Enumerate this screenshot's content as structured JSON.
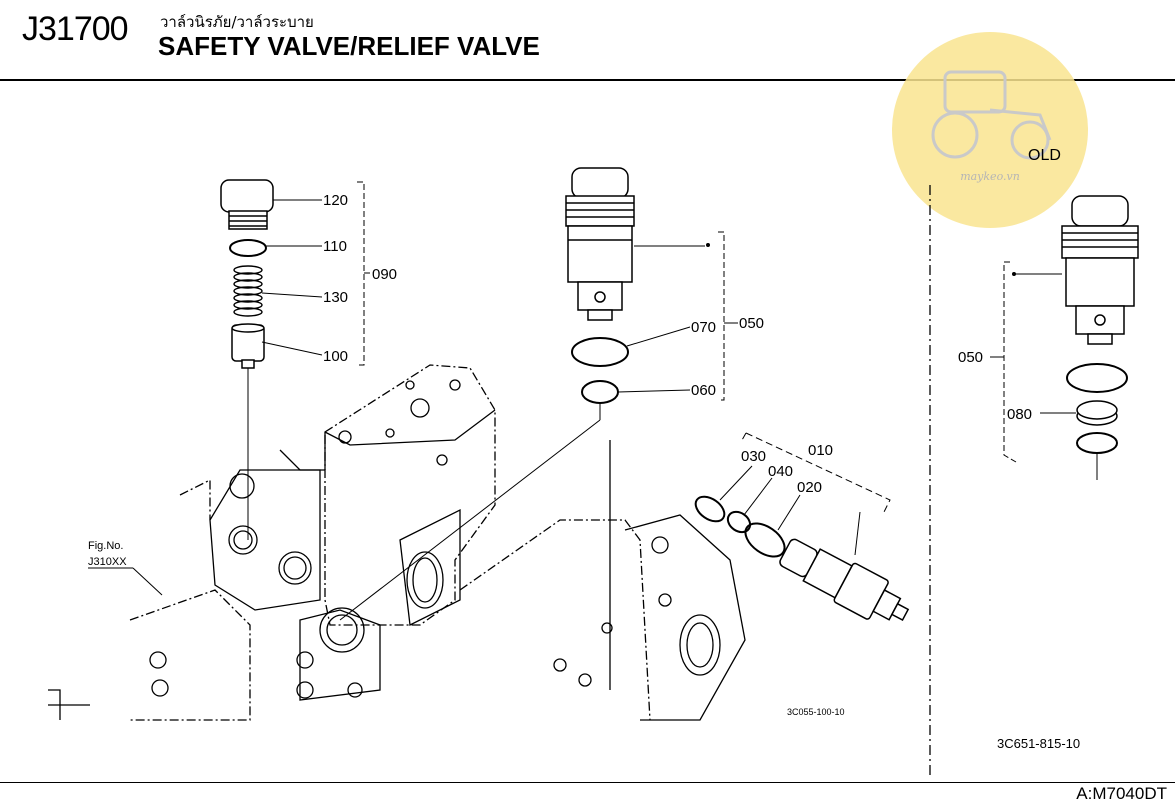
{
  "header": {
    "code": "J31700",
    "thai_title": "วาล์วนิรภัย/วาล์วระบาย",
    "title": "SAFETY VALVE/RELIEF VALVE"
  },
  "callouts": {
    "p120": "120",
    "p110": "110",
    "p130": "130",
    "p100": "100",
    "p090": "090",
    "p070": "070",
    "p060": "060",
    "p050": "050",
    "p030": "030",
    "p040": "040",
    "p010": "010",
    "p020": "020",
    "old050": "050",
    "old080": "080"
  },
  "old_label": "OLD",
  "fig_ref": {
    "line1": "Fig.No.",
    "line2": "J310XX"
  },
  "image_codes": {
    "main": "3C055-100-10",
    "old": "3C651-815-10"
  },
  "watermark": {
    "text": "maykeo.vn",
    "color": "#f7e08c"
  },
  "footer": "A:M7040DT"
}
